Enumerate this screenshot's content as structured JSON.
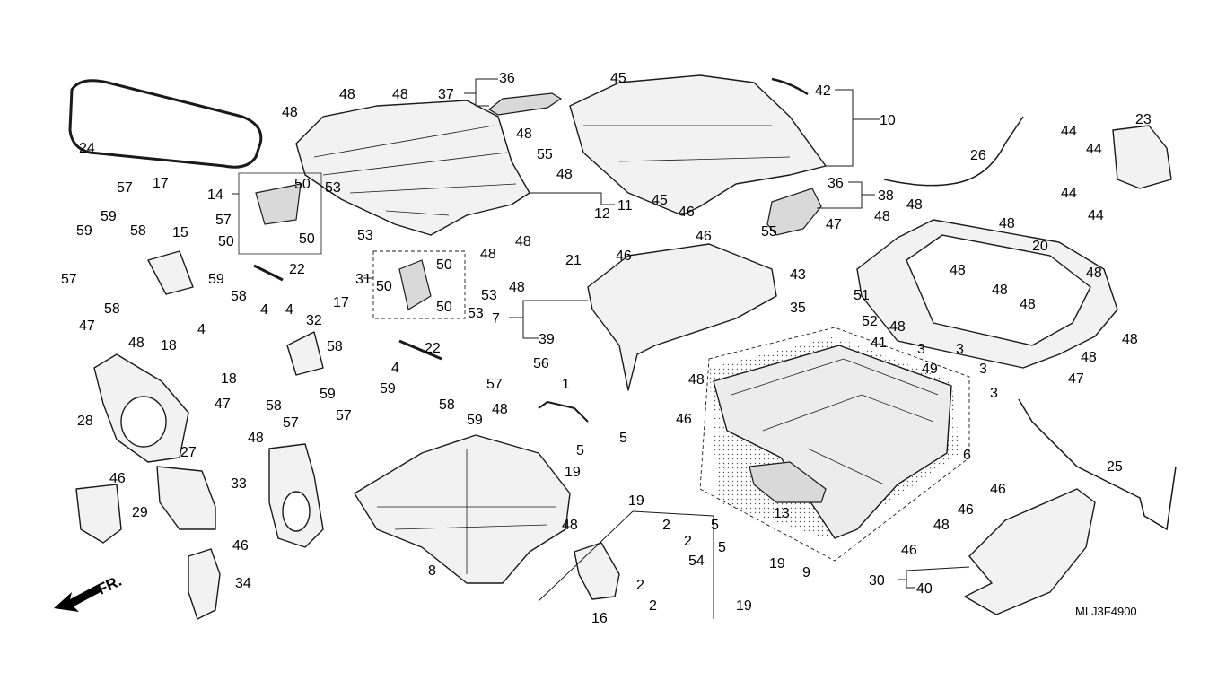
{
  "diagram": {
    "code": "MLJ3F4900",
    "direction_label": "FR.",
    "callouts": [
      "24",
      "48",
      "48",
      "37",
      "36",
      "45",
      "42",
      "10",
      "48",
      "48",
      "55",
      "48",
      "17",
      "57",
      "14",
      "50",
      "11",
      "12",
      "36",
      "38",
      "26",
      "23",
      "44",
      "44",
      "44",
      "44",
      "59",
      "15",
      "58",
      "57",
      "53",
      "53",
      "50",
      "50",
      "45",
      "48",
      "48",
      "48",
      "48",
      "46",
      "59",
      "57",
      "58",
      "47",
      "18",
      "4",
      "59",
      "58",
      "22",
      "4",
      "4",
      "17",
      "31",
      "50",
      "50",
      "50",
      "53",
      "53",
      "48",
      "48",
      "21",
      "46",
      "7",
      "39",
      "46",
      "55",
      "47",
      "43",
      "51",
      "35",
      "52",
      "20",
      "48",
      "48",
      "48",
      "48",
      "48",
      "41",
      "3",
      "3",
      "3",
      "3",
      "49",
      "47",
      "48",
      "48",
      "32",
      "58",
      "18",
      "47",
      "58",
      "59",
      "59",
      "57",
      "57",
      "4",
      "22",
      "57",
      "58",
      "59",
      "48",
      "48",
      "28",
      "56",
      "1",
      "48",
      "46",
      "5",
      "5",
      "19",
      "19",
      "6",
      "13",
      "48",
      "46",
      "9",
      "27",
      "46",
      "29",
      "33",
      "48",
      "46",
      "34",
      "48",
      "8",
      "2",
      "2",
      "54",
      "2",
      "2",
      "16",
      "5",
      "5",
      "19",
      "19",
      "25",
      "46",
      "46",
      "30",
      "40"
    ]
  }
}
